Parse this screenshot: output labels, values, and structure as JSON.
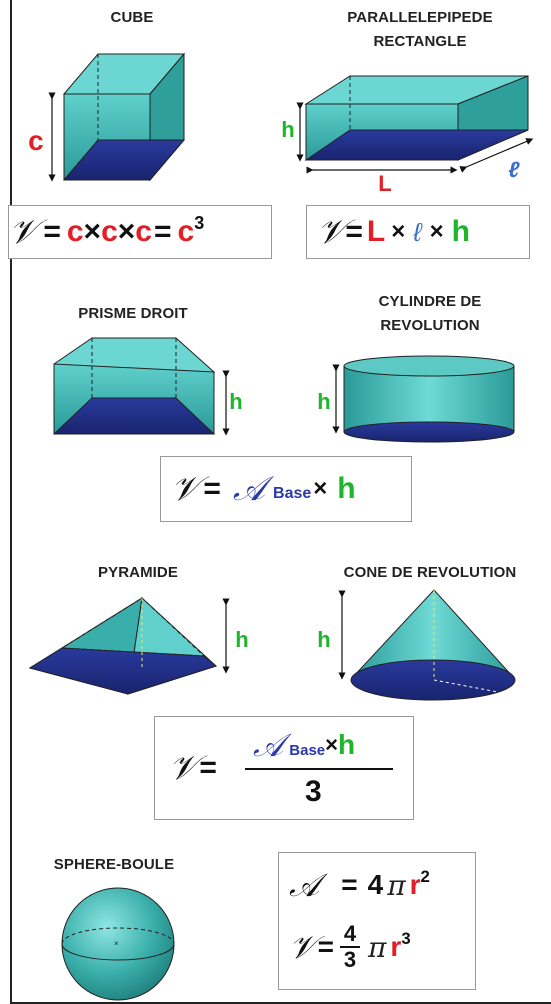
{
  "colors": {
    "teal": "#3fb7b3",
    "navy": "#1f2f8a",
    "red": "#e21e26",
    "green": "#1fb52a",
    "blue": "#3a6fd0"
  },
  "cube": {
    "title": "CUBE",
    "dim_c": "c",
    "formula": {
      "V": "𝒱",
      "eq": "=",
      "t1": "c",
      "x1": "×",
      "t2": "c",
      "x2": "×",
      "t3": "c",
      "eq2": "=",
      "t4": "c",
      "exp": "3"
    }
  },
  "parallelepiped": {
    "title_line1": "PARALLELEPIPEDE",
    "title_line2": "RECTANGLE",
    "dim_h": "h",
    "dim_L": "L",
    "dim_l": "ℓ",
    "formula": {
      "V": "𝒱",
      "eq": "=",
      "L": "L",
      "x1": "×",
      "l": "ℓ",
      "x2": "×",
      "h": "h"
    }
  },
  "prism": {
    "title": "PRISME DROIT",
    "dim_h": "h"
  },
  "cylinder": {
    "title_line1": "CYLINDRE DE",
    "title_line2": "REVOLUTION",
    "dim_h": "h"
  },
  "formula_base": {
    "V": "𝒱",
    "eq": "=",
    "A": "𝒜",
    "base": "Base",
    "x": "×",
    "h": "h"
  },
  "pyramid": {
    "title": "PYRAMIDE",
    "dim_h": "h"
  },
  "cone": {
    "title": "CONE DE REVOLUTION",
    "dim_h": "h"
  },
  "formula_third": {
    "V": "𝒱",
    "eq": "=",
    "A": "𝒜",
    "base": "Base",
    "x": "×",
    "h": "h",
    "den": "3"
  },
  "sphere": {
    "title": "SPHERE-BOULE",
    "area": {
      "A": "𝒜",
      "eq": "=",
      "coef": "4",
      "pi": "π",
      "r": "r",
      "exp": "2"
    },
    "volume": {
      "V": "𝒱",
      "eq": "=",
      "num": "4",
      "den": "3",
      "pi": "π",
      "r": "r",
      "exp": "3"
    }
  }
}
